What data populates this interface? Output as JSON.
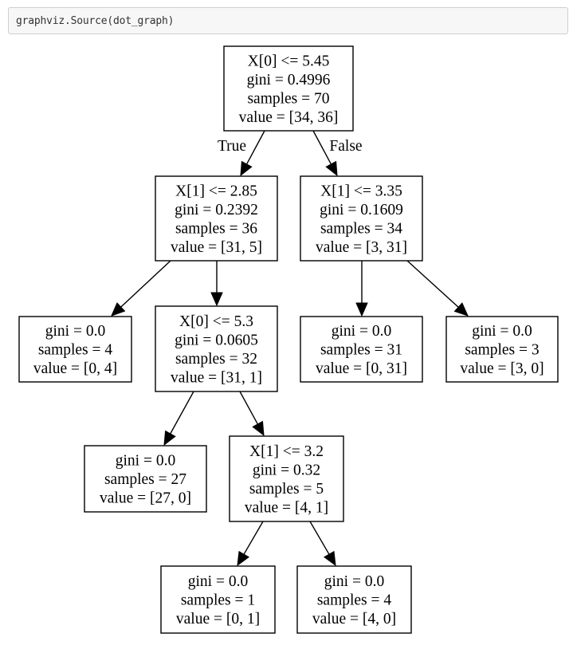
{
  "code_cell": {
    "source": "graphviz.Source(dot_graph)"
  },
  "tree": {
    "nodes": [
      {
        "id": "n0",
        "lines": [
          "X[0] <= 5.45",
          "gini = 0.4996",
          "samples = 70",
          "value = [34, 36]"
        ]
      },
      {
        "id": "n1",
        "lines": [
          "X[1] <= 2.85",
          "gini = 0.2392",
          "samples = 36",
          "value = [31, 5]"
        ]
      },
      {
        "id": "n2",
        "lines": [
          "X[1] <= 3.35",
          "gini = 0.1609",
          "samples = 34",
          "value = [3, 31]"
        ]
      },
      {
        "id": "n3",
        "lines": [
          "gini = 0.0",
          "samples = 4",
          "value = [0, 4]"
        ]
      },
      {
        "id": "n4",
        "lines": [
          "X[0] <= 5.3",
          "gini = 0.0605",
          "samples = 32",
          "value = [31, 1]"
        ]
      },
      {
        "id": "n5",
        "lines": [
          "gini = 0.0",
          "samples = 31",
          "value = [0, 31]"
        ]
      },
      {
        "id": "n6",
        "lines": [
          "gini = 0.0",
          "samples = 3",
          "value = [3, 0]"
        ]
      },
      {
        "id": "n7",
        "lines": [
          "gini = 0.0",
          "samples = 27",
          "value = [27, 0]"
        ]
      },
      {
        "id": "n8",
        "lines": [
          "X[1] <= 3.2",
          "gini = 0.32",
          "samples = 5",
          "value = [4, 1]"
        ]
      },
      {
        "id": "n9",
        "lines": [
          "gini = 0.0",
          "samples = 1",
          "value = [0, 1]"
        ]
      },
      {
        "id": "n10",
        "lines": [
          "gini = 0.0",
          "samples = 4",
          "value = [4, 0]"
        ]
      }
    ],
    "edges": [
      {
        "from": "n0",
        "to": "n1",
        "label": "True"
      },
      {
        "from": "n0",
        "to": "n2",
        "label": "False"
      },
      {
        "from": "n1",
        "to": "n3",
        "label": ""
      },
      {
        "from": "n1",
        "to": "n4",
        "label": ""
      },
      {
        "from": "n2",
        "to": "n5",
        "label": ""
      },
      {
        "from": "n2",
        "to": "n6",
        "label": ""
      },
      {
        "from": "n4",
        "to": "n7",
        "label": ""
      },
      {
        "from": "n4",
        "to": "n8",
        "label": ""
      },
      {
        "from": "n8",
        "to": "n9",
        "label": ""
      },
      {
        "from": "n8",
        "to": "n10",
        "label": ""
      }
    ]
  }
}
